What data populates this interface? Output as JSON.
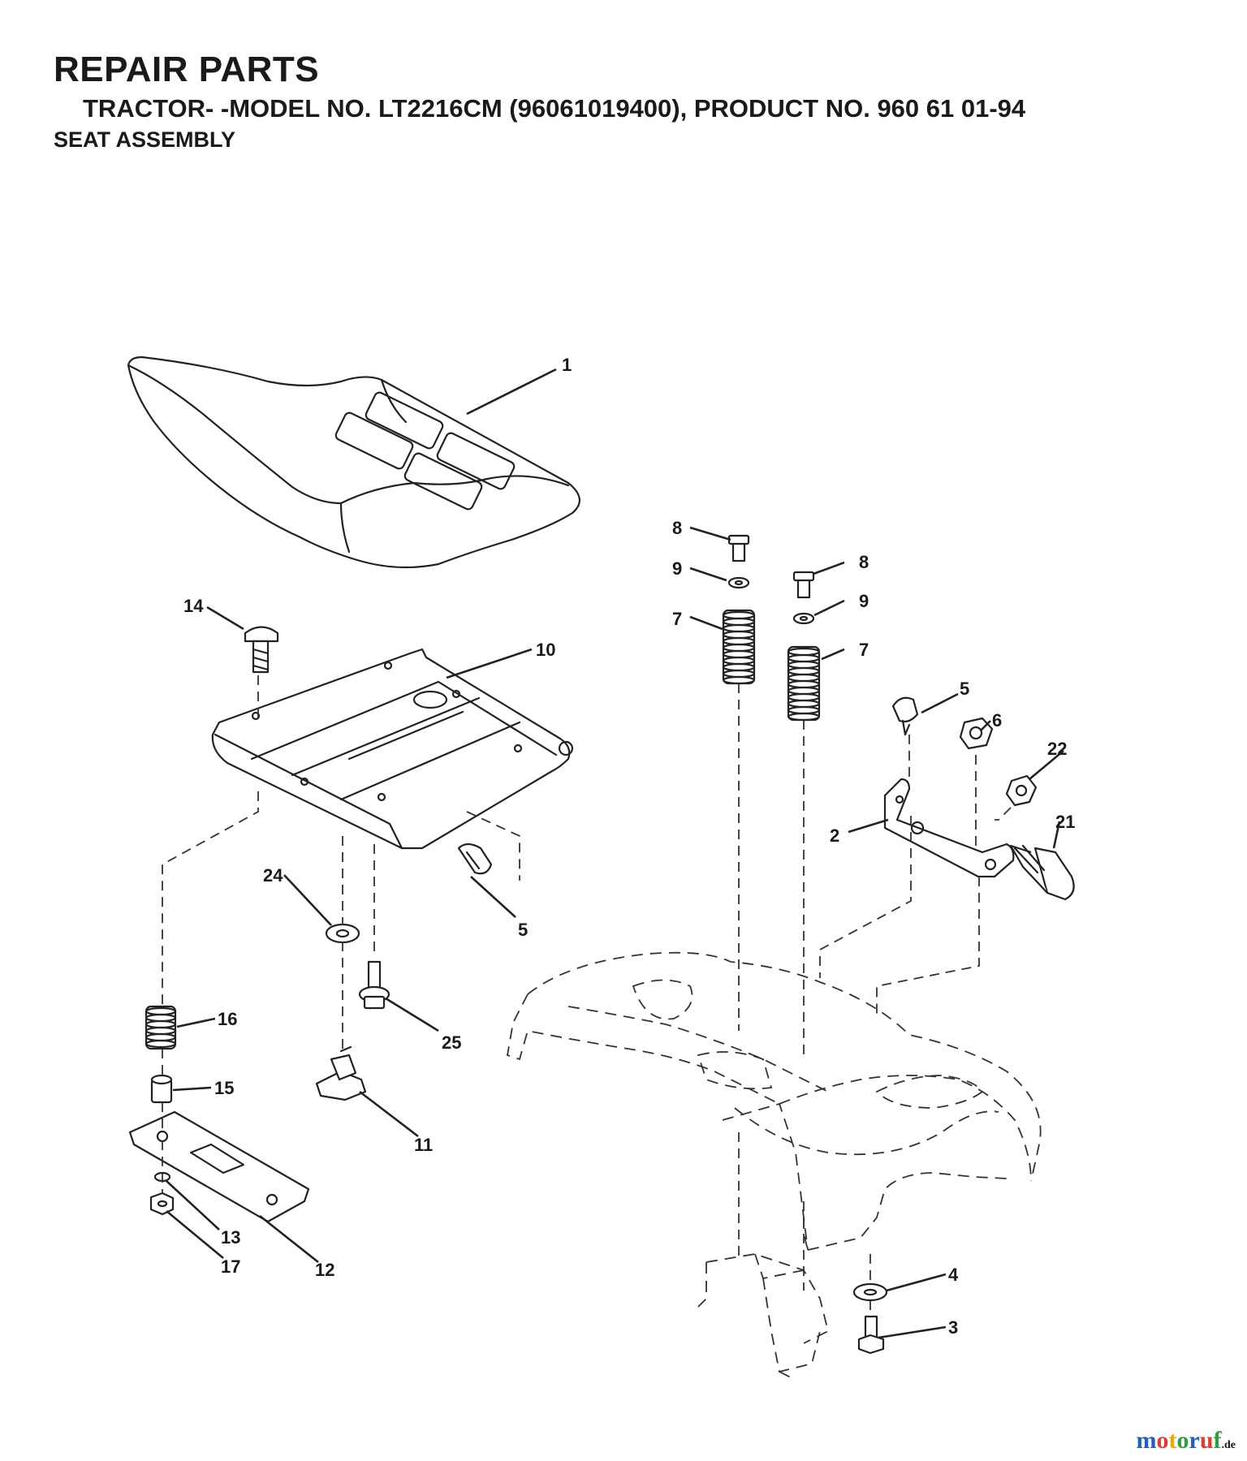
{
  "header": {
    "title": "REPAIR PARTS",
    "subtitle": "TRACTOR- -MODEL NO. LT2216CM (96061019400), PRODUCT NO. 960 61 01-94",
    "section": "SEAT ASSEMBLY"
  },
  "callouts": [
    "1",
    "2",
    "3",
    "4",
    "5",
    "5",
    "6",
    "7",
    "7",
    "8",
    "8",
    "9",
    "9",
    "10",
    "11",
    "12",
    "13",
    "14",
    "15",
    "16",
    "17",
    "21",
    "22",
    "24",
    "25"
  ],
  "watermark": {
    "brand": "motoruf",
    "domain": ".de",
    "colors": [
      "#1f5fbf",
      "#e23b2e",
      "#f2a400",
      "#2e9e44",
      "#1f5fbf",
      "#e23b2e",
      "#2e9e44"
    ]
  }
}
